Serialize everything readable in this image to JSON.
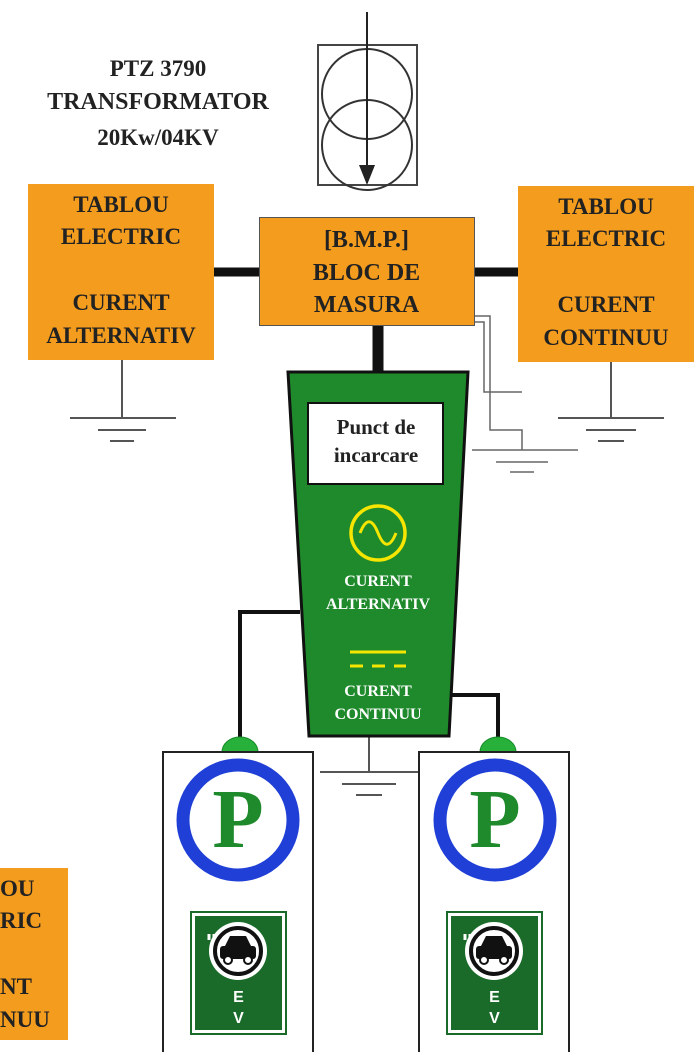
{
  "transformer": {
    "model": "PTZ 3790",
    "name": "TRANSFORMATOR",
    "rating": "20Kw/04KV"
  },
  "panel_ac": {
    "line1": "TABLOU",
    "line2": "ELECTRIC",
    "line3": "CURENT",
    "line4": "ALTERNATIV"
  },
  "panel_dc": {
    "line1": "TABLOU",
    "line2": "ELECTRIC",
    "line3": "CURENT",
    "line4": "CONTINUU"
  },
  "metering": {
    "line1": "[B.M.P.]",
    "line2": "BLOC DE",
    "line3": "MASURA"
  },
  "charger": {
    "label_line1": "Punct de",
    "label_line2": "incarcare",
    "ac_line1": "CURENT",
    "ac_line2": "ALTERNATIV",
    "dc_line1": "CURENT",
    "dc_line2": "CONTINUU"
  },
  "parking_spots": [
    {
      "parking_letter": "P",
      "ev_line1": "E",
      "ev_line2": "V"
    },
    {
      "parking_letter": "P",
      "ev_line1": "E",
      "ev_line2": "V"
    }
  ],
  "partial_panel": {
    "line1": "OU",
    "line2": "RIC",
    "line3": "NT",
    "line4": "NUU"
  },
  "colors": {
    "orange": "#f39c1e",
    "green": "#1e8a2b",
    "dark_green": "#1a6b2a",
    "blue": "#1f3fd6",
    "yellow": "#f5e500"
  }
}
